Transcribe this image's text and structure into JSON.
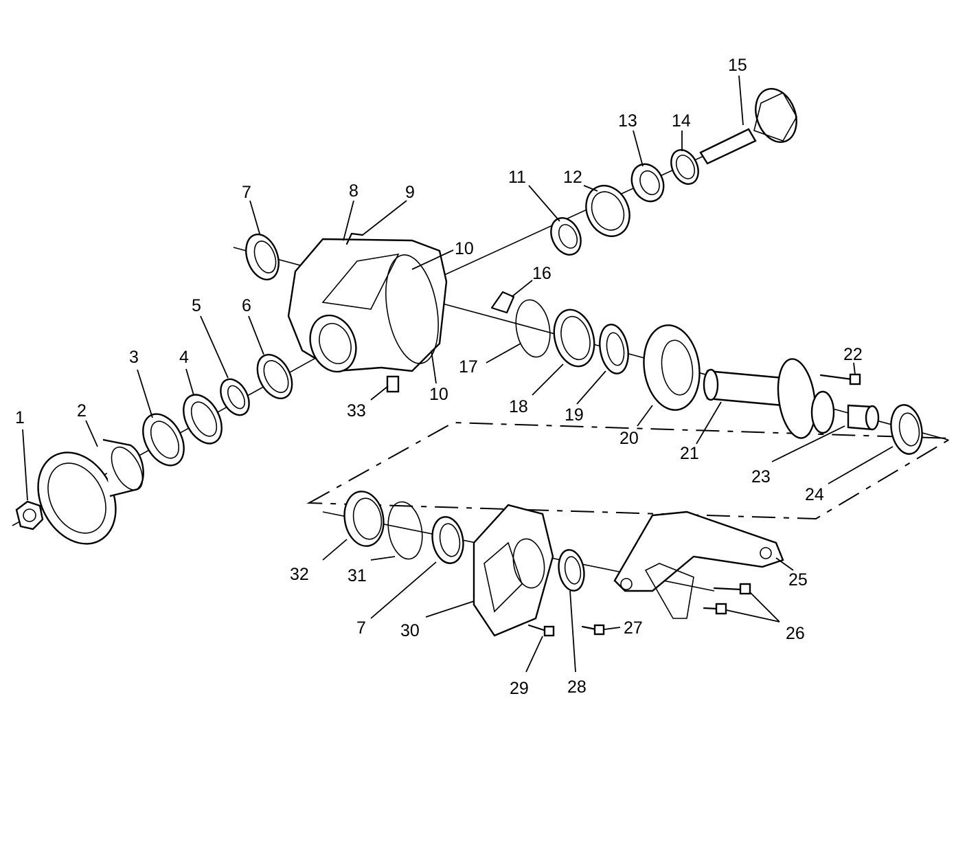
{
  "callouts": [
    {
      "id": "c1",
      "text": "1"
    },
    {
      "id": "c2",
      "text": "2"
    },
    {
      "id": "c3",
      "text": "3"
    },
    {
      "id": "c4",
      "text": "4"
    },
    {
      "id": "c5",
      "text": "5"
    },
    {
      "id": "c6",
      "text": "6"
    },
    {
      "id": "c7a",
      "text": "7"
    },
    {
      "id": "c7b",
      "text": "7"
    },
    {
      "id": "c8",
      "text": "8"
    },
    {
      "id": "c9",
      "text": "9"
    },
    {
      "id": "c10a",
      "text": "10"
    },
    {
      "id": "c10b",
      "text": "10"
    },
    {
      "id": "c11",
      "text": "11"
    },
    {
      "id": "c12",
      "text": "12"
    },
    {
      "id": "c13",
      "text": "13"
    },
    {
      "id": "c14",
      "text": "14"
    },
    {
      "id": "c15",
      "text": "15"
    },
    {
      "id": "c16",
      "text": "16"
    },
    {
      "id": "c17",
      "text": "17"
    },
    {
      "id": "c18",
      "text": "18"
    },
    {
      "id": "c19",
      "text": "19"
    },
    {
      "id": "c20",
      "text": "20"
    },
    {
      "id": "c21",
      "text": "21"
    },
    {
      "id": "c22",
      "text": "22"
    },
    {
      "id": "c23",
      "text": "23"
    },
    {
      "id": "c24",
      "text": "24"
    },
    {
      "id": "c25",
      "text": "25"
    },
    {
      "id": "c26",
      "text": "26"
    },
    {
      "id": "c27",
      "text": "27"
    },
    {
      "id": "c28",
      "text": "28"
    },
    {
      "id": "c29",
      "text": "29"
    },
    {
      "id": "c30",
      "text": "30"
    },
    {
      "id": "c31",
      "text": "31"
    },
    {
      "id": "c32",
      "text": "32"
    },
    {
      "id": "c33",
      "text": "33"
    }
  ]
}
